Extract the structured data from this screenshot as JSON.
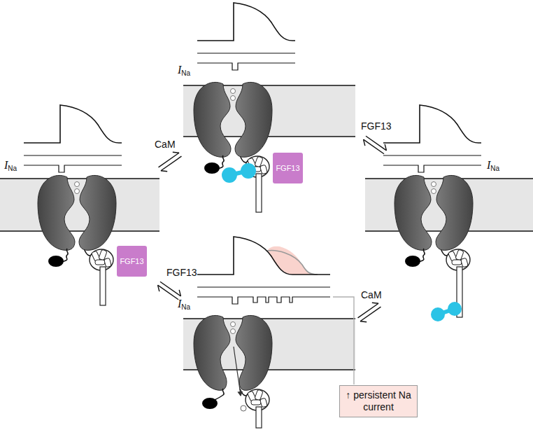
{
  "diagram": {
    "nodes": [
      {
        "text": [
          "FGF13"
        ]
      },
      {
        "text": [
          "FGF13"
        ]
      },
      {
        "text": [
          "↑ persistent Na current"
        ]
      }
    ],
    "labels": [
      "INa",
      "INa",
      "INa",
      "INa",
      "CaM",
      "FGF13",
      "FGF13",
      "CaM"
    ]
  }
}
